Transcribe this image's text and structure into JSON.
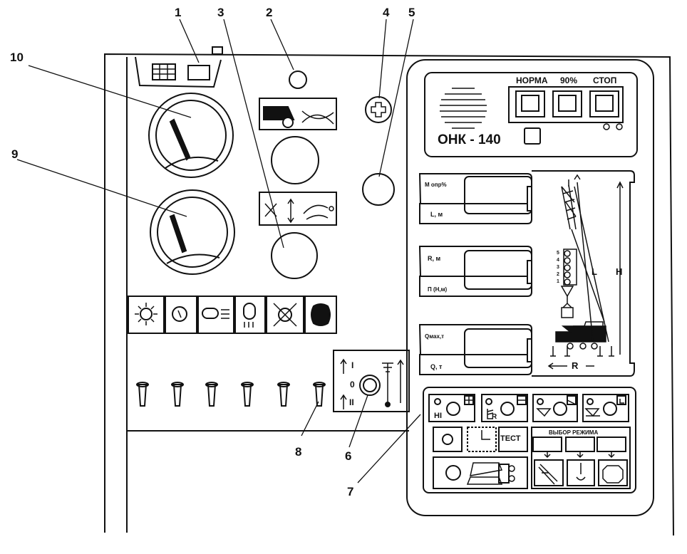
{
  "callouts": [
    "1",
    "2",
    "3",
    "4",
    "5",
    "6",
    "7",
    "8",
    "9",
    "10"
  ],
  "onk": {
    "model": "ОНК - 140",
    "alarms": [
      "НОРМА",
      "90%",
      "СТОП"
    ],
    "displays": [
      {
        "top": "М опр%",
        "bottom": "L, м"
      },
      {
        "top": "R, м",
        "bottom": "П (Н,м)"
      },
      {
        "top": "Qмах,т",
        "bottom": "Q, т"
      }
    ],
    "crane": {
      "L": "L",
      "H": "H",
      "R": "R",
      "scale": [
        "5",
        "4",
        "3",
        "2",
        "1"
      ]
    },
    "buttons": {
      "hi": "HI",
      "r": "R",
      "test": "ТЕСТ",
      "mode_title": "ВЫБОР РЕЖИМА"
    }
  },
  "switch": {
    "pos1": "I",
    "pos0": "0",
    "pos2": "II"
  }
}
